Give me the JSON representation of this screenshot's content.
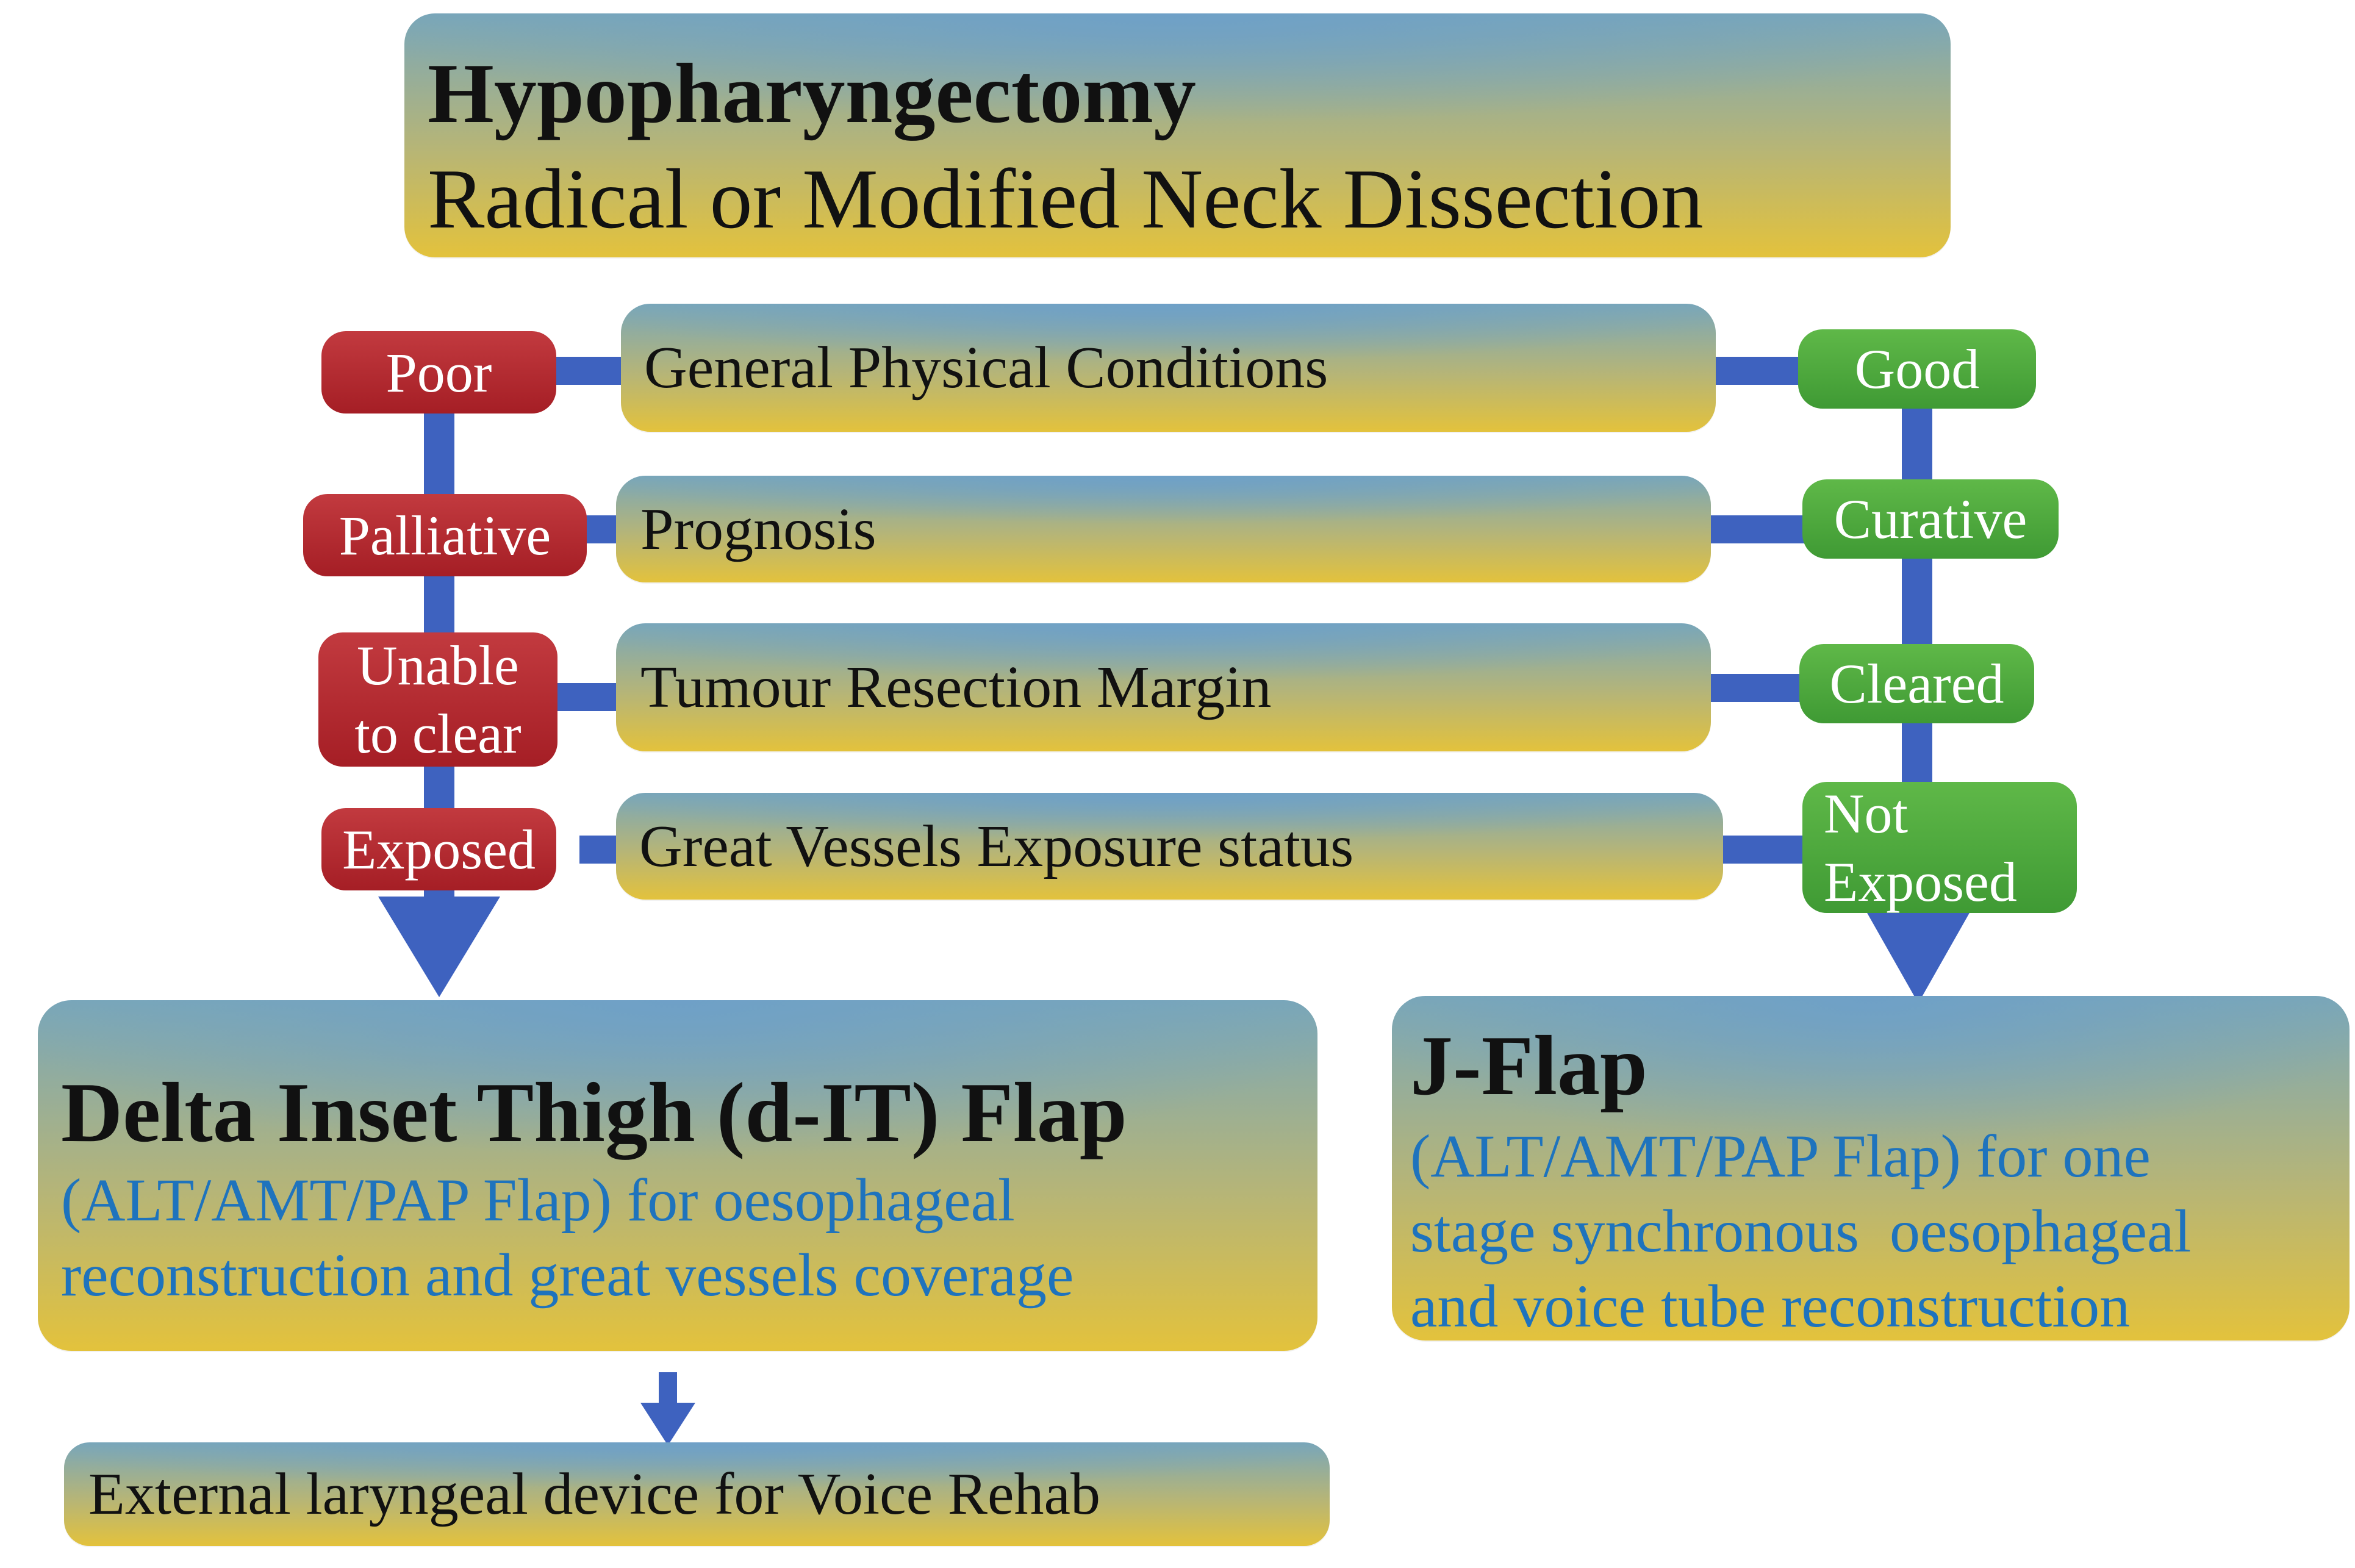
{
  "header": {
    "title": "Hypopharyngectomy",
    "subtitle": "Radical or Modified Neck Dissection"
  },
  "criteria": [
    {
      "label": "General Physical Conditions",
      "left": "Poor",
      "right": "Good"
    },
    {
      "label": "Prognosis",
      "left": "Palliative",
      "right": "Curative"
    },
    {
      "label": "Tumour Resection Margin",
      "left": "Unable to clear",
      "left_lines": [
        "Unable",
        "to clear"
      ],
      "right": "Cleared"
    },
    {
      "label": "Great Vessels Exposure status",
      "left": "Exposed",
      "right": "Not Exposed",
      "right_lines": [
        "Not",
        "Exposed"
      ]
    }
  ],
  "left_outcome": {
    "title": "Delta Inset Thigh (d-IT) Flap",
    "lines": [
      "(ALT/AMT/PAP Flap) for oesophageal",
      "reconstruction and great vessels coverage"
    ]
  },
  "right_outcome": {
    "title": "J-Flap",
    "lines": [
      "(ALT/AMT/PAP Flap) for one",
      "stage synchronous  oesophageal",
      "and voice tube reconstruction"
    ]
  },
  "followup": {
    "label": "External laryngeal device for Voice Rehab"
  },
  "colors": {
    "negative": "#a51e25",
    "positive": "#3f9a34",
    "connector": "#3e62bf",
    "box_top": "#7aa7b8",
    "box_bottom": "#e3c23c",
    "description_text": "#1e73bd"
  }
}
